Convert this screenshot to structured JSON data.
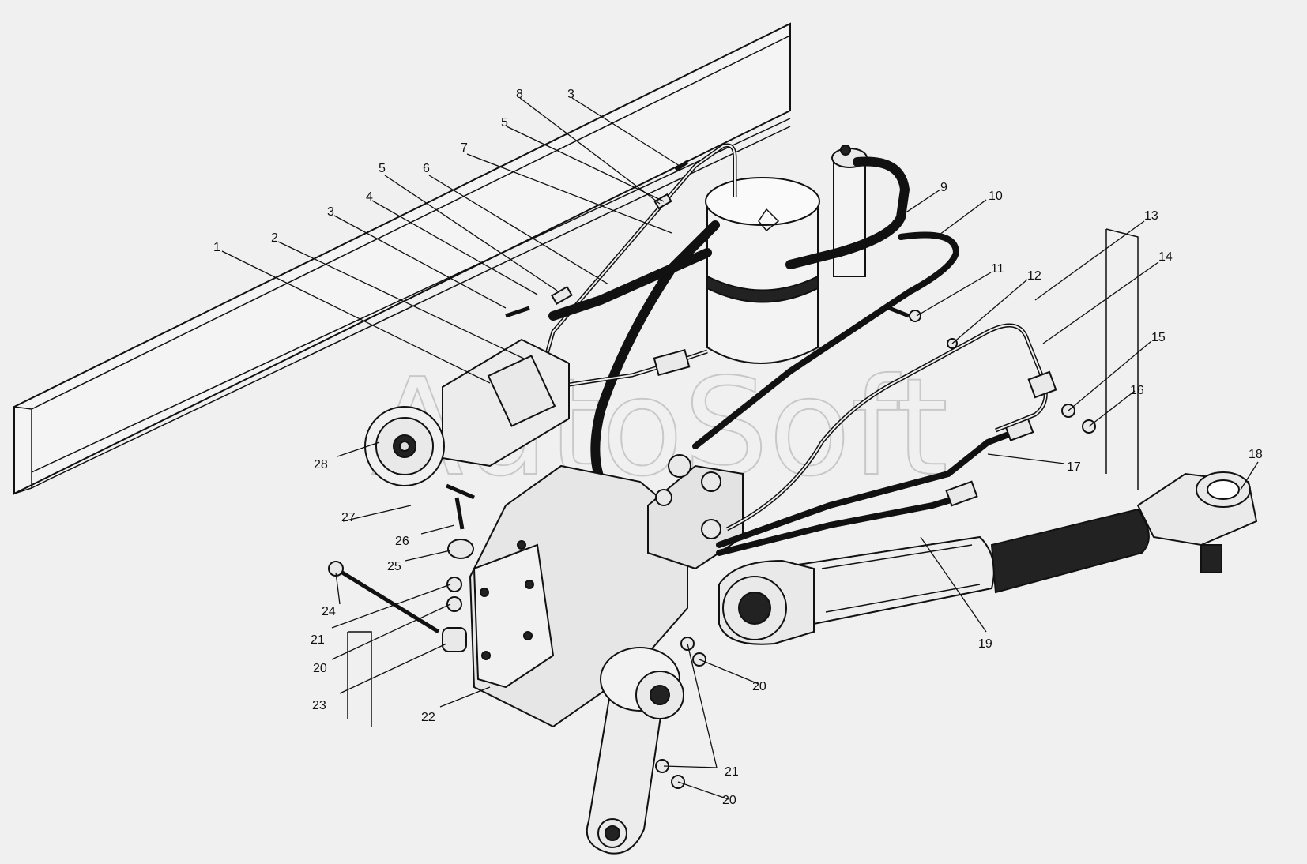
{
  "watermark": "AutoSoft",
  "callouts": [
    {
      "id": "c1",
      "text": "1"
    },
    {
      "id": "c2",
      "text": "2"
    },
    {
      "id": "c3a",
      "text": "3"
    },
    {
      "id": "c3b",
      "text": "3"
    },
    {
      "id": "c4",
      "text": "4"
    },
    {
      "id": "c5a",
      "text": "5"
    },
    {
      "id": "c5b",
      "text": "5"
    },
    {
      "id": "c6",
      "text": "6"
    },
    {
      "id": "c7",
      "text": "7"
    },
    {
      "id": "c8",
      "text": "8"
    },
    {
      "id": "c9",
      "text": "9"
    },
    {
      "id": "c10",
      "text": "10"
    },
    {
      "id": "c11",
      "text": "11"
    },
    {
      "id": "c12",
      "text": "12"
    },
    {
      "id": "c13",
      "text": "13"
    },
    {
      "id": "c14",
      "text": "14"
    },
    {
      "id": "c15",
      "text": "15"
    },
    {
      "id": "c16",
      "text": "16"
    },
    {
      "id": "c17",
      "text": "17"
    },
    {
      "id": "c18",
      "text": "18"
    },
    {
      "id": "c19",
      "text": "19"
    },
    {
      "id": "c20a",
      "text": "20"
    },
    {
      "id": "c20b",
      "text": "20"
    },
    {
      "id": "c20c",
      "text": "20"
    },
    {
      "id": "c21a",
      "text": "21"
    },
    {
      "id": "c21b",
      "text": "21"
    },
    {
      "id": "c22",
      "text": "22"
    },
    {
      "id": "c23",
      "text": "23"
    },
    {
      "id": "c24",
      "text": "24"
    },
    {
      "id": "c25",
      "text": "25"
    },
    {
      "id": "c26",
      "text": "26"
    },
    {
      "id": "c27",
      "text": "27"
    },
    {
      "id": "c28",
      "text": "28"
    }
  ]
}
